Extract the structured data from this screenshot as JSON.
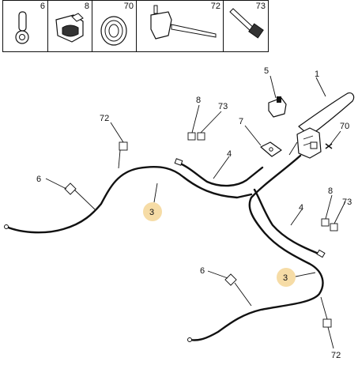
{
  "legend": [
    {
      "num": "6"
    },
    {
      "num": "8"
    },
    {
      "num": "70"
    },
    {
      "num": "72"
    },
    {
      "num": "73"
    }
  ],
  "callouts": {
    "handbrake_lever": "1",
    "cable_left": "3",
    "cable_right": "3",
    "cable_front_left": "4",
    "cable_front_right": "4",
    "switch": "5",
    "clip_left": "6",
    "clip_right": "6",
    "bracket": "7",
    "grommet_top": "8",
    "grommet_right": "8",
    "fastener": "70",
    "tie_top_left": "72",
    "tie_bottom_right": "72",
    "clip73_top": "73",
    "clip73_right": "73"
  },
  "colors": {
    "line": "#111111",
    "highlight": "#f6dca6"
  }
}
